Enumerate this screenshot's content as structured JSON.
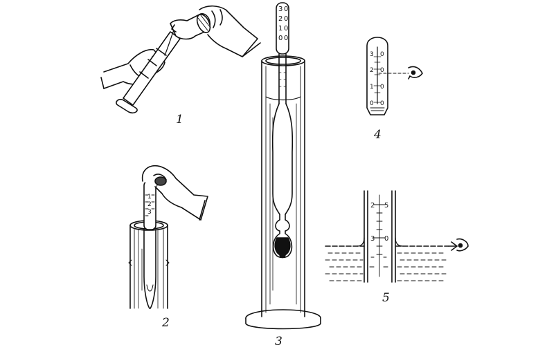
{
  "figures": [
    {
      "label": "1"
    },
    {
      "label": "2"
    },
    {
      "label": "3"
    },
    {
      "label": "4"
    },
    {
      "label": "5"
    }
  ],
  "scales": {
    "fig2_stem": [
      "1",
      "2",
      "3"
    ],
    "fig3_stem_left": [
      "3",
      "2",
      "1",
      "0"
    ],
    "fig3_stem_right": [
      "0",
      "0",
      "0",
      "0"
    ],
    "fig4_left": [
      "3",
      "2",
      "1",
      "0"
    ],
    "fig4_right": [
      "0",
      "0",
      "0",
      "0"
    ],
    "fig5_left": [
      "2",
      "3"
    ],
    "fig5_right": [
      "5",
      "0"
    ]
  },
  "colors": {
    "ink": "#111111",
    "paper": "#ffffff"
  }
}
